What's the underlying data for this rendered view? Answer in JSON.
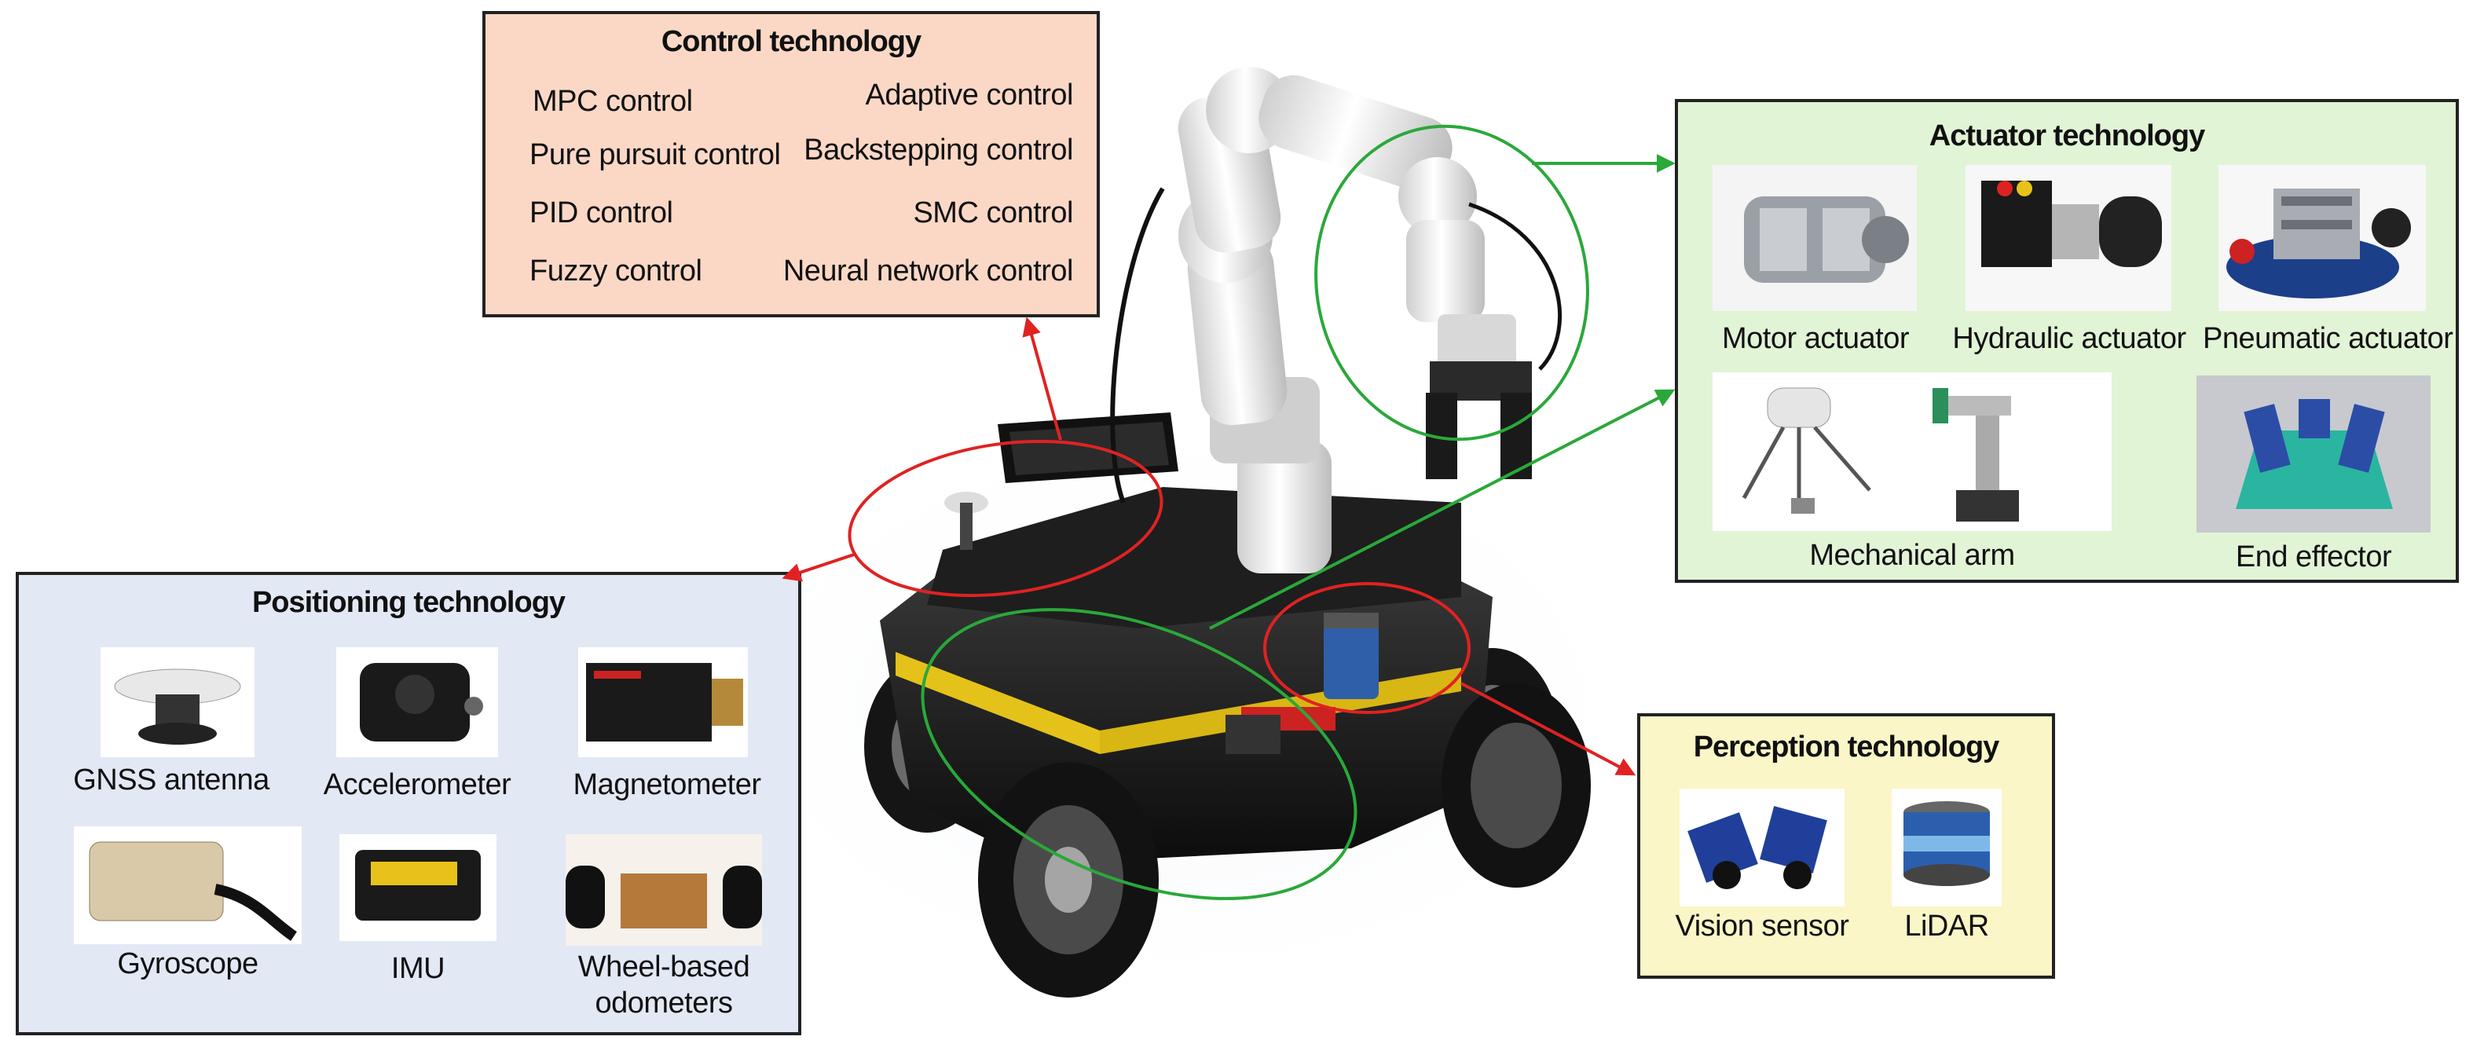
{
  "control": {
    "title": "Control technology",
    "items": [
      "MPC control",
      "Adaptive control",
      "Pure pursuit control",
      "Backstepping control",
      "PID control",
      "SMC control",
      "Fuzzy control",
      "Neural network control"
    ]
  },
  "actuator": {
    "title": "Actuator technology",
    "items": [
      "Motor actuator",
      "Hydraulic actuator",
      "Pneumatic actuator",
      "Mechanical arm",
      "End effector"
    ]
  },
  "positioning": {
    "title": "Positioning technology",
    "items": [
      "GNSS antenna",
      "Accelerometer",
      "Magnetometer",
      "Gyroscope",
      "IMU",
      "Wheel-based",
      "odometers"
    ]
  },
  "perception": {
    "title": "Perception technology",
    "items": [
      "Vision sensor",
      "LiDAR"
    ]
  },
  "colors": {
    "control_bg": "#fbd8c6",
    "actuator_bg": "#e1f4d6",
    "positioning_bg": "#e3e8f5",
    "perception_bg": "#fbf6c7",
    "red_arrow": "#e02222",
    "green_arrow": "#2aa83a"
  },
  "icons": [
    "robot-platform-image",
    "gnss-antenna-image",
    "accelerometer-image",
    "magnetometer-image",
    "gyroscope-image",
    "imu-image",
    "odometer-image",
    "motor-actuator-image",
    "hydraulic-actuator-image",
    "pneumatic-actuator-image",
    "mechanical-arm-image",
    "end-effector-image",
    "vision-sensor-image",
    "lidar-image"
  ]
}
